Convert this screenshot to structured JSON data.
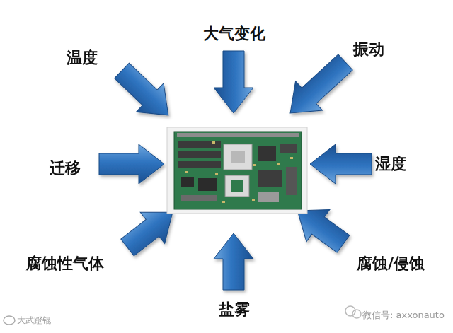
{
  "diagram": {
    "labels": [
      "温度",
      "大气变化",
      "振动",
      "迁移",
      "湿度",
      "腐蚀性气体",
      "盐雾",
      "腐蚀/侵蚀",
      "大武蹬锟",
      "微信号: axxonauto"
    ]
  }
}
